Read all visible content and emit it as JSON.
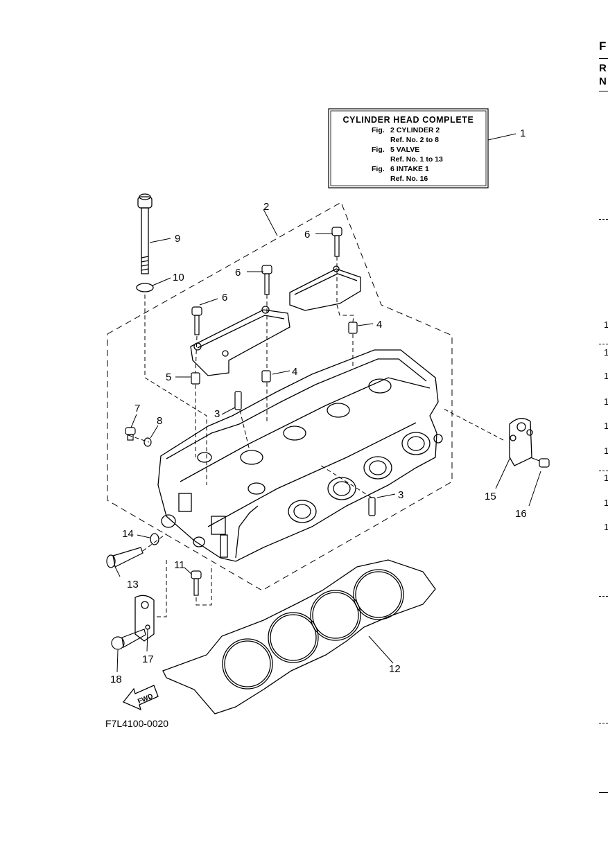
{
  "info_box": {
    "title": "CYLINDER HEAD COMPLETE",
    "lines": [
      {
        "label": "Fig.",
        "text": "2  CYLINDER 2"
      },
      {
        "label": "",
        "text": "Ref. No. 2 to 8"
      },
      {
        "label": "Fig.",
        "text": "5  VALVE"
      },
      {
        "label": "",
        "text": "Ref. No. 1 to 13"
      },
      {
        "label": "Fig.",
        "text": "6  INTAKE 1"
      },
      {
        "label": "",
        "text": "Ref. No. 16"
      }
    ]
  },
  "callouts": [
    "1",
    "2",
    "3",
    "3",
    "4",
    "4",
    "5",
    "6",
    "6",
    "6",
    "7",
    "8",
    "9",
    "10",
    "11",
    "12",
    "13",
    "14",
    "15",
    "16",
    "17",
    "18"
  ],
  "fwd_label": "FWD",
  "figure_code": "F7L4100-0020",
  "edge": {
    "letters": [
      "F",
      "R",
      "N"
    ],
    "numbers": [
      "1",
      "1",
      "1",
      "1",
      "1",
      "1",
      "1",
      "1",
      "1"
    ]
  }
}
